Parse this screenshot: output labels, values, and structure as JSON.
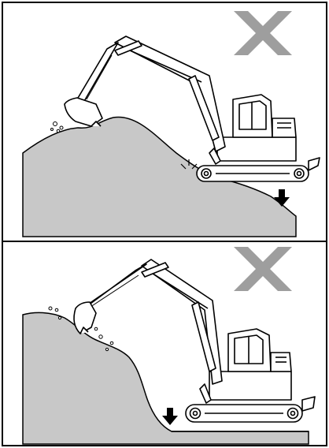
{
  "illustration": {
    "panels": [
      {
        "id": "uphill-excavation-panel",
        "mark": "prohibited",
        "mark_icon": "x-mark-icon",
        "subject": "excavator-icon",
        "hazard": "ground-subsidence-arrow-icon"
      },
      {
        "id": "undercut-excavation-panel",
        "mark": "prohibited",
        "mark_icon": "x-mark-icon",
        "subject": "excavator-icon",
        "hazard": "ground-subsidence-arrow-icon"
      }
    ],
    "colors": {
      "ground": "#c8c8c8",
      "mark": "#9e9e9e",
      "line": "#000000",
      "background": "#ffffff"
    }
  }
}
